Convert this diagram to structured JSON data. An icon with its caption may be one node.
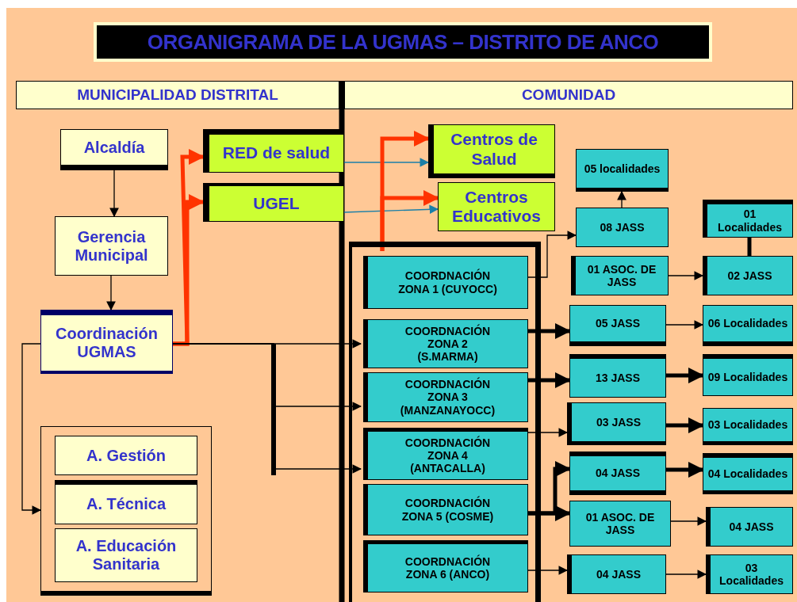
{
  "diagram": {
    "title": "ORGANIGRAMA DE LA UGMAS – DISTRITO DE ANCO",
    "nodes": [
      {
        "text": [
          "MUNICIPALIDAD DISTRITAL"
        ]
      },
      {
        "text": [
          "COMUNIDAD"
        ]
      },
      {
        "text": [
          "Alcaldía"
        ]
      },
      {
        "text": [
          "Gerencia Municipal"
        ]
      },
      {
        "text": [
          "Coordinación UGMAS"
        ]
      },
      {
        "text": [
          "RED de salud"
        ]
      },
      {
        "text": [
          "UGEL"
        ]
      },
      {
        "text": [
          "Centros de Salud"
        ]
      },
      {
        "text": [
          "Centros Educativos"
        ]
      },
      {
        "text": [],
        "shape": "box"
      },
      {
        "text": [
          "A. Gestión"
        ],
        "in": 9
      },
      {
        "text": [
          "A. Técnica"
        ],
        "in": 9
      },
      {
        "text": [
          "A. Educación Sanitaria"
        ],
        "in": 9
      },
      {
        "text": [],
        "shape": "box"
      },
      {
        "text": [
          "COORDNACIÓN ZONA 1 (CUYOCC)"
        ],
        "in": 13
      },
      {
        "text": [
          "COORDNACIÓN ZONA 2 (S.MARMA)"
        ],
        "in": 13
      },
      {
        "text": [
          "COORDNACIÓN ZONA 3 (MANZANAYOCC)"
        ],
        "in": 13
      },
      {
        "text": [
          "COORDNACIÓN ZONA 4 (ANTACALLA)"
        ],
        "in": 13
      },
      {
        "text": [
          "COORDNACIÓN ZONA 5 (COSME)"
        ],
        "in": 13
      },
      {
        "text": [
          "COORDNACIÓN ZONA 6 (ANCO)"
        ],
        "in": 13
      },
      {
        "text": [
          "05 localidades"
        ]
      },
      {
        "text": [
          "08 JASS"
        ]
      },
      {
        "text": [
          "01 ASOC. DE JASS"
        ]
      },
      {
        "text": [
          "05 JASS"
        ]
      },
      {
        "text": [
          "13 JASS"
        ]
      },
      {
        "text": [
          "03 JASS"
        ]
      },
      {
        "text": [
          "04 JASS"
        ]
      },
      {
        "text": [
          "01 ASOC. DE JASS"
        ]
      },
      {
        "text": [
          "04 JASS"
        ]
      },
      {
        "text": [
          "01 Localidades"
        ]
      },
      {
        "text": [
          "02 JASS"
        ]
      },
      {
        "text": [
          "06 Localidades"
        ]
      },
      {
        "text": [
          "09 Localidades"
        ]
      },
      {
        "text": [
          "03 Localidades"
        ]
      },
      {
        "text": [
          "04 Localidades"
        ]
      },
      {
        "text": [
          "04 JASS"
        ]
      },
      {
        "text": [
          "03 Localidades"
        ]
      }
    ],
    "edges": [
      {
        "from": 2,
        "to": 3,
        "arrow": "to"
      },
      {
        "from": 3,
        "to": 4,
        "arrow": "to"
      },
      {
        "from": 4,
        "to": 9,
        "arrow": "to"
      },
      {
        "from": 4,
        "to": 5,
        "arrow": "to",
        "style": "thick",
        "color": "#ff3300"
      },
      {
        "from": 4,
        "to": 6,
        "arrow": "to",
        "style": "thick",
        "color": "#ff3300"
      },
      {
        "from": 5,
        "to": 7,
        "arrow": "to",
        "color": "#1a7fa8"
      },
      {
        "from": 6,
        "to": 8,
        "arrow": "to",
        "color": "#1a7fa8"
      },
      {
        "from": 14,
        "to": 7,
        "arrow": "to",
        "style": "thick",
        "color": "#ff3300"
      },
      {
        "from": 14,
        "to": 8,
        "arrow": "to",
        "style": "thick",
        "color": "#ff3300"
      },
      {
        "from": 4,
        "to": 15,
        "arrow": "to"
      },
      {
        "from": 4,
        "to": 16,
        "arrow": "to"
      },
      {
        "from": 4,
        "to": 17,
        "arrow": "to"
      },
      {
        "from": 14,
        "to": 21,
        "arrow": "to"
      },
      {
        "from": 21,
        "to": 20,
        "arrow": "to"
      },
      {
        "from": 22,
        "to": 30,
        "arrow": "to"
      },
      {
        "from": 30,
        "to": 29,
        "arrow": "none",
        "style": "thick"
      },
      {
        "from": 15,
        "to": 23,
        "arrow": "to",
        "style": "thick"
      },
      {
        "from": 23,
        "to": 31,
        "arrow": "to"
      },
      {
        "from": 16,
        "to": 24,
        "arrow": "to",
        "style": "thick"
      },
      {
        "from": 24,
        "to": 32,
        "arrow": "to",
        "style": "thick"
      },
      {
        "from": 17,
        "to": 25,
        "arrow": "to"
      },
      {
        "from": 25,
        "to": 33,
        "arrow": "to",
        "style": "thick"
      },
      {
        "from": 18,
        "to": 26,
        "arrow": "to",
        "style": "thick"
      },
      {
        "from": 18,
        "to": 27,
        "arrow": "to",
        "style": "thick"
      },
      {
        "from": 26,
        "to": 34,
        "arrow": "to",
        "style": "thick"
      },
      {
        "from": 27,
        "to": 35,
        "arrow": "to"
      },
      {
        "from": 19,
        "to": 28,
        "arrow": "to"
      },
      {
        "from": 28,
        "to": 36,
        "arrow": "to"
      }
    ]
  }
}
